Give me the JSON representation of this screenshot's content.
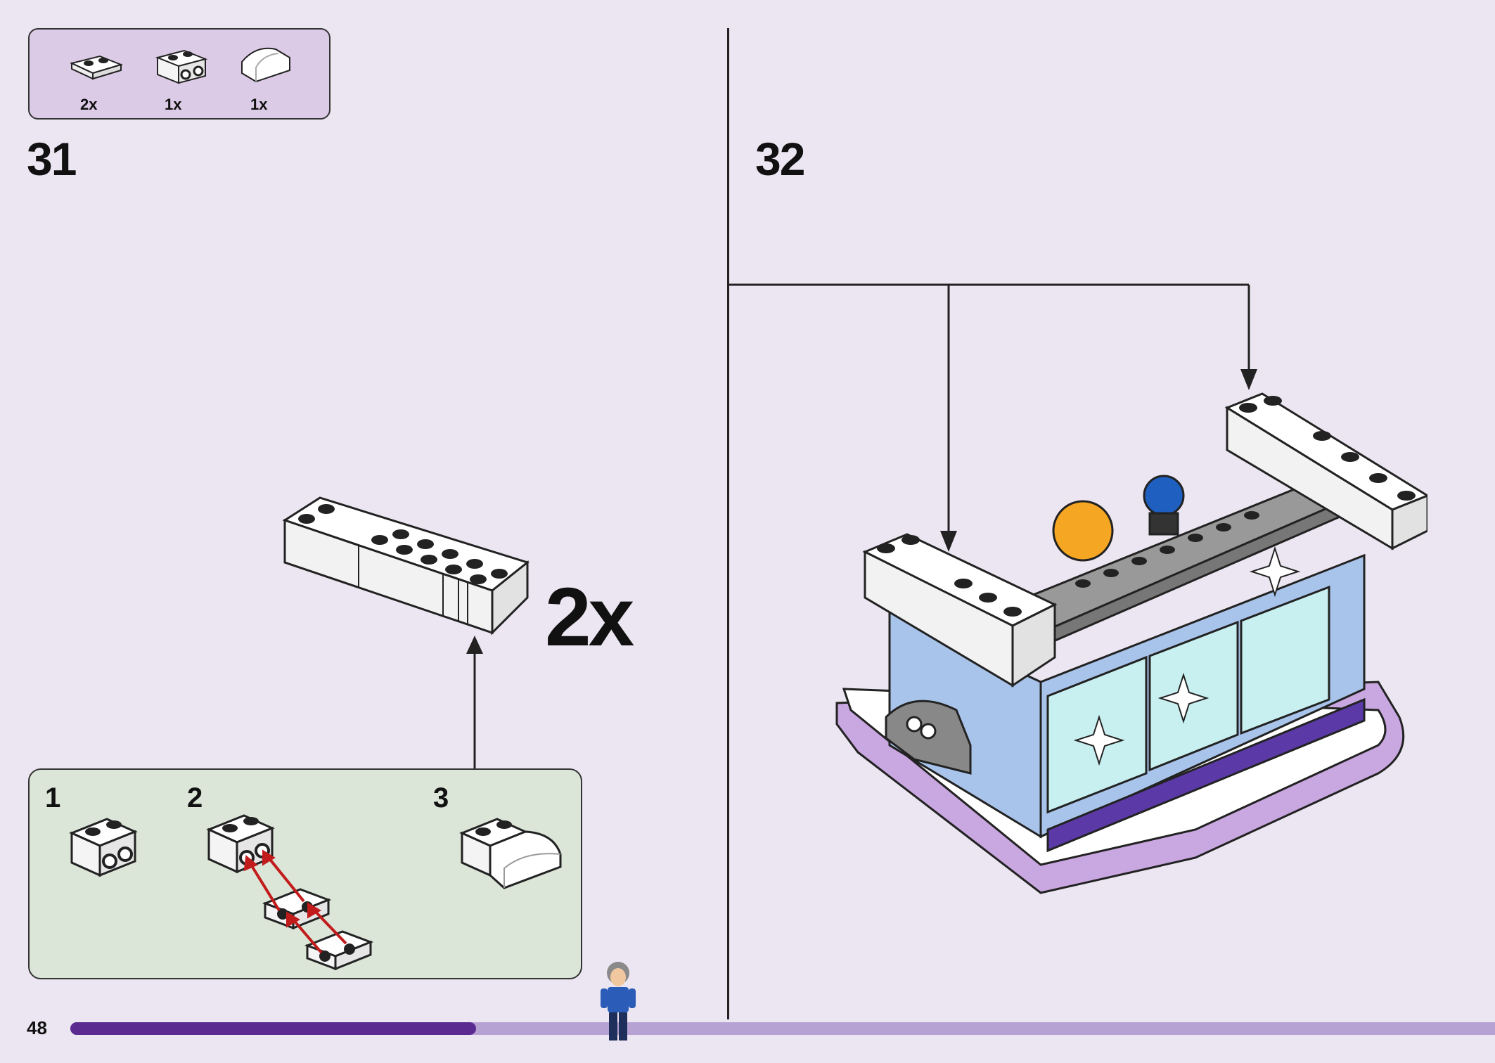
{
  "parts_list": {
    "items": [
      {
        "icon": "plate-1x2-icon",
        "qty": "2x"
      },
      {
        "icon": "brick-1x2-side-studs-icon",
        "qty": "1x"
      },
      {
        "icon": "curved-slope-icon",
        "qty": "1x"
      }
    ]
  },
  "steps": {
    "left_number": "31",
    "right_number": "32"
  },
  "multiplier": "2x",
  "sub_steps": [
    {
      "label": "1"
    },
    {
      "label": "2"
    },
    {
      "label": "3"
    }
  ],
  "footer": {
    "page_number": "48",
    "progress": 0.285
  },
  "colors": {
    "background": "#ece6f2",
    "parts_box": "#dccbe6",
    "sub_box": "#dbe5d8",
    "progress_fill": "#5b2a90",
    "progress_track": "#b7a3d3",
    "highlight_arrow": "#c21b1b"
  }
}
